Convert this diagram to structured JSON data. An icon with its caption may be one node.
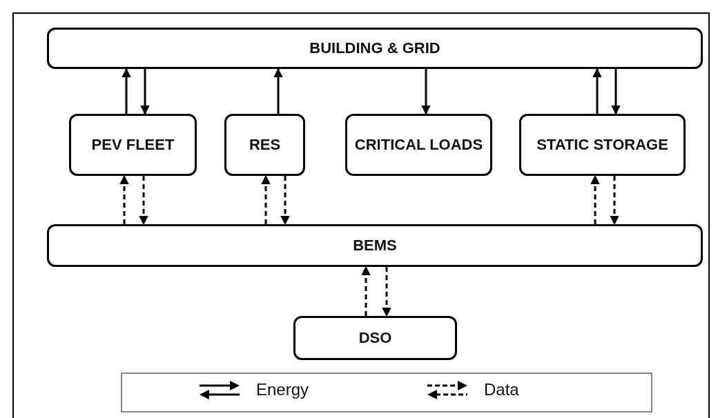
{
  "diagram": {
    "nodes": [
      {
        "text": [
          "BUILDING & GRID"
        ]
      },
      {
        "text": [
          "PEV FLEET"
        ]
      },
      {
        "text": [
          "RES"
        ]
      },
      {
        "text": [
          "CRITICAL LOADS"
        ]
      },
      {
        "text": [
          "STATIC STORAGE"
        ]
      },
      {
        "text": [
          "BEMS"
        ]
      },
      {
        "text": [
          "DSO"
        ]
      }
    ],
    "edges": [
      {
        "from": 1,
        "to": 0,
        "arrow": "to"
      },
      {
        "from": 0,
        "to": 1,
        "arrow": "to"
      },
      {
        "from": 2,
        "to": 0,
        "arrow": "to"
      },
      {
        "from": 0,
        "to": 3,
        "arrow": "to"
      },
      {
        "from": 4,
        "to": 0,
        "arrow": "to"
      },
      {
        "from": 0,
        "to": 4,
        "arrow": "to"
      },
      {
        "from": 5,
        "to": 1,
        "arrow": "to",
        "style": "dashed"
      },
      {
        "from": 1,
        "to": 5,
        "arrow": "to",
        "style": "dashed"
      },
      {
        "from": 5,
        "to": 2,
        "arrow": "to",
        "style": "dashed"
      },
      {
        "from": 2,
        "to": 5,
        "arrow": "to",
        "style": "dashed"
      },
      {
        "from": 5,
        "to": 4,
        "arrow": "to",
        "style": "dashed"
      },
      {
        "from": 4,
        "to": 5,
        "arrow": "to",
        "style": "dashed"
      },
      {
        "from": 6,
        "to": 5,
        "arrow": "to",
        "style": "dashed"
      },
      {
        "from": 5,
        "to": 6,
        "arrow": "to",
        "style": "dashed"
      }
    ],
    "legend": [
      {
        "text": "Energy"
      },
      {
        "text": "Data"
      }
    ]
  }
}
